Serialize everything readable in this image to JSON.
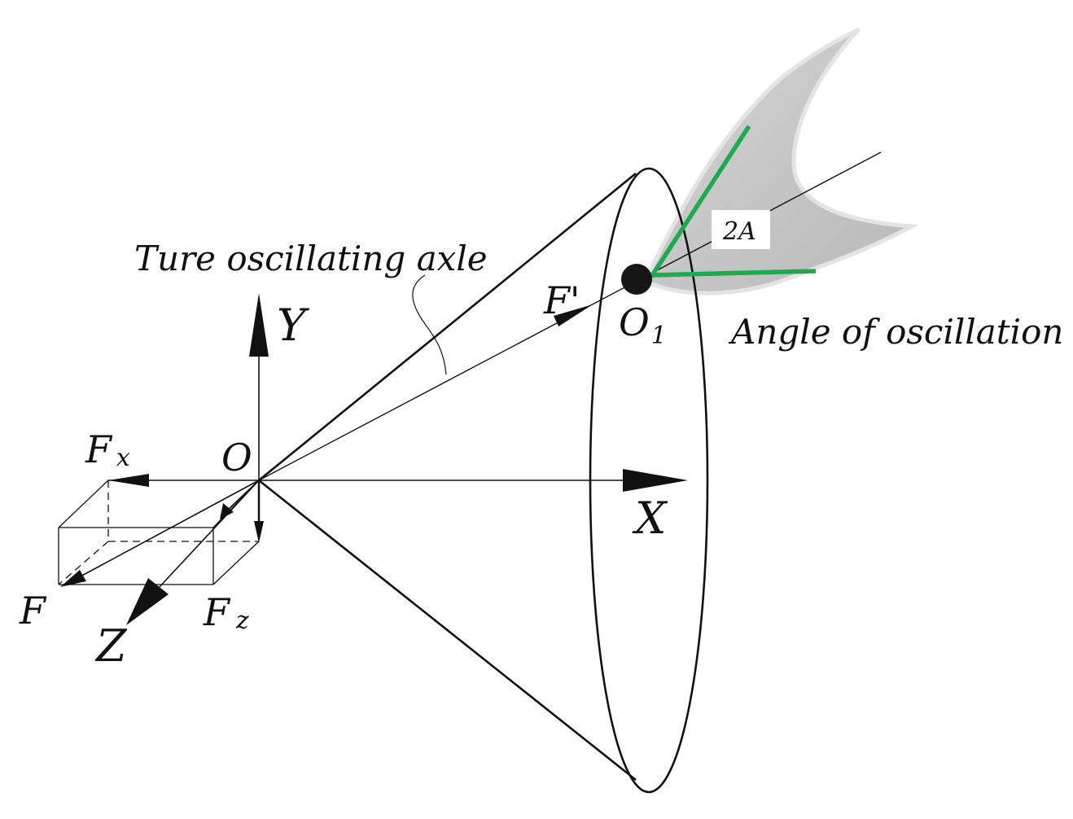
{
  "labels": {
    "true_axle": "Ture oscillating axle",
    "angle_caption": "Angle of oscillation",
    "angle_value": "2A",
    "axis_x": "X",
    "axis_y": "Y",
    "axis_z": "Z",
    "origin": "O",
    "pivot_main": "O",
    "pivot_sub": "1",
    "force_f": "F",
    "force_fprime": "F'",
    "force_fx_main": "F",
    "force_fx_sub": "x",
    "force_fz_main": "F",
    "force_fz_sub": "z"
  },
  "colors": {
    "line": "#111111",
    "angle_lines": "#1faa4f",
    "tail_fill": "#c8c8c8",
    "tail_edge": "#e2e2e2",
    "pivot": "#151515"
  }
}
